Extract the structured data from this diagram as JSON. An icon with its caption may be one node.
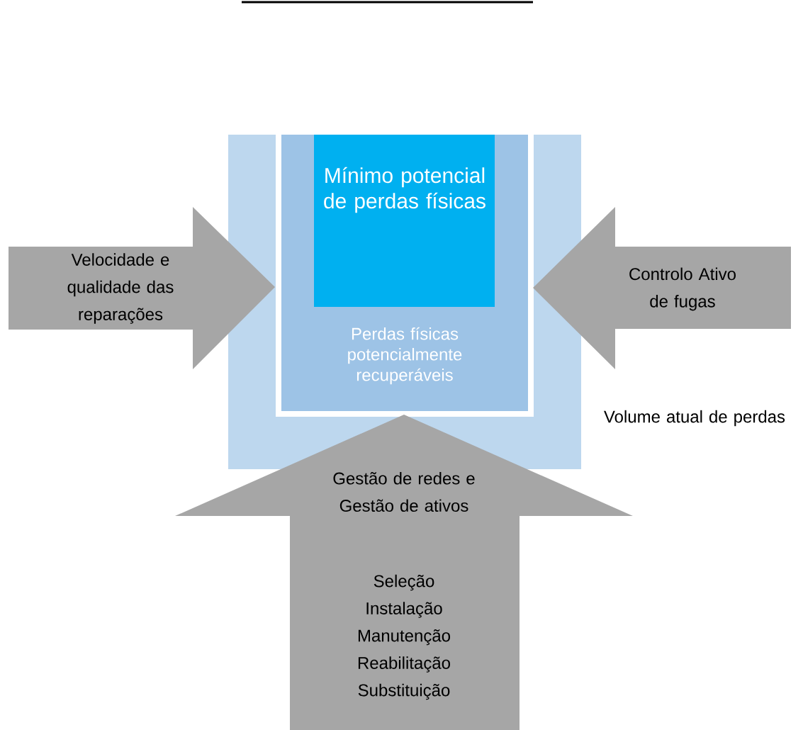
{
  "diagram": {
    "nodes": [
      {
        "text": [
          "Volume atual de perdas"
        ]
      },
      {
        "text": [
          "Perdas físicas potencialmente recuperáveis"
        ],
        "in": 0
      },
      {
        "text": [
          "Mínimo potencial de perdas físicas"
        ],
        "in": 1
      },
      {
        "text": [
          "Velocidade e qualidade das reparações"
        ]
      },
      {
        "text": [
          "Controlo Ativo de fugas"
        ]
      },
      {
        "text": [
          "Gestão de redes e Gestão de ativos",
          "Seleção Instalação Manutenção Reabilitação Substituição"
        ]
      }
    ]
  }
}
